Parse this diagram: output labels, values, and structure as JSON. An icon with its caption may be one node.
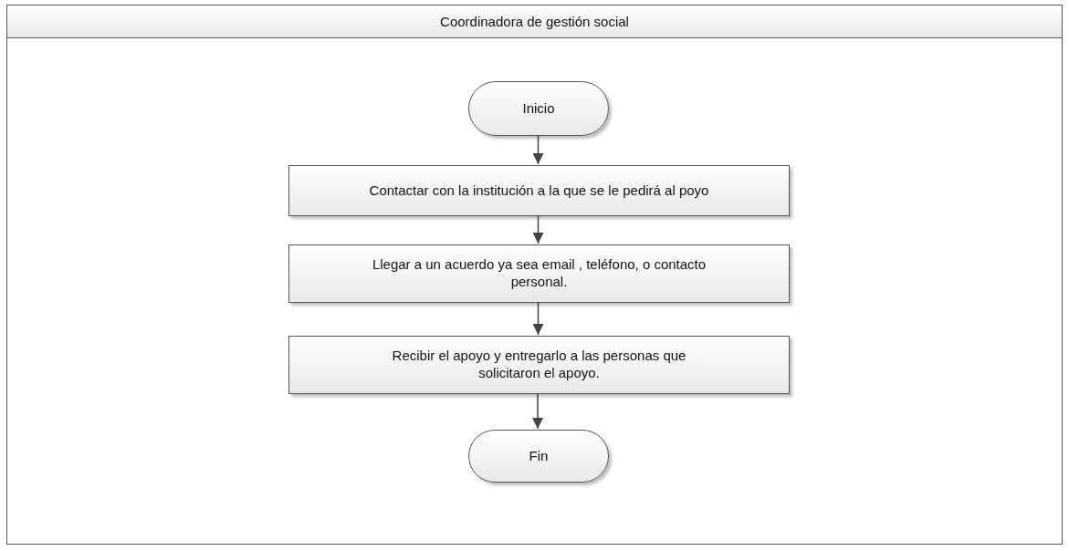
{
  "diagram": {
    "nodes": [
      {
        "text": [
          "Coordinadora de gestión social"
        ]
      },
      {
        "text": [
          "Inicio"
        ],
        "in": 0
      },
      {
        "text": [
          "Contactar con la institución a la que se le pedirá al poyo"
        ],
        "in": 0
      },
      {
        "text": [
          "Llegar a un acuerdo ya sea email , teléfono, o contacto personal."
        ],
        "in": 0
      },
      {
        "text": [
          "Recibir el apoyo y entregarlo a las personas que solicitaron el apoyo."
        ],
        "in": 0
      },
      {
        "text": [
          "Fin"
        ],
        "in": 0
      }
    ],
    "edges": [
      {
        "from": 1,
        "to": 2,
        "arrow": "to"
      },
      {
        "from": 2,
        "to": 3,
        "arrow": "to"
      },
      {
        "from": 3,
        "to": 4,
        "arrow": "to"
      },
      {
        "from": 4,
        "to": 5,
        "arrow": "to"
      }
    ]
  }
}
